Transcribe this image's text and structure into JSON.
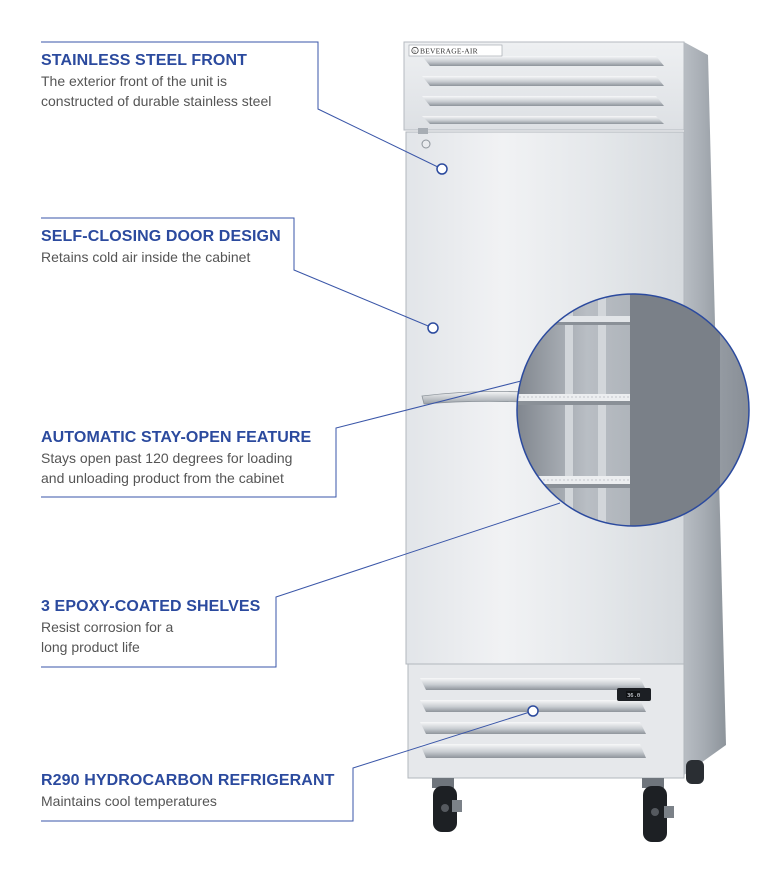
{
  "brand": {
    "name": "BEVERAGE-AIR",
    "logo_mark": "b"
  },
  "control_panel": {
    "display": "36.0"
  },
  "features": [
    {
      "title": "STAINLESS STEEL FRONT",
      "description": "The exterior front of the unit is\nconstructed of durable stainless steel"
    },
    {
      "title": "SELF-CLOSING DOOR DESIGN",
      "description": "Retains cold air inside the cabinet"
    },
    {
      "title": "AUTOMATIC STAY-OPEN FEATURE",
      "description": "Stays open past 120 degrees for loading\nand unloading product from the cabinet"
    },
    {
      "title": "3 EPOXY-COATED SHELVES",
      "description": "Resist corrosion for a\nlong product life"
    },
    {
      "title": "R290 HYDROCARBON REFRIGERANT",
      "description": "Maintains cool temperatures"
    }
  ],
  "colors": {
    "accent": "#2b4a9e",
    "callout_line": "#3a56a8",
    "text_muted": "#555555",
    "steel_light": "#e9ebee",
    "steel_mid": "#c9cdd2",
    "steel_dark": "#9aa0a7"
  }
}
